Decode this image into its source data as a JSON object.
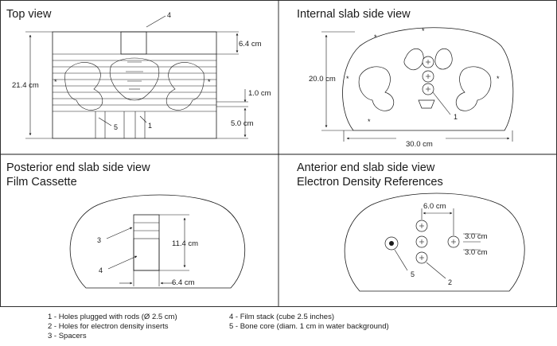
{
  "panels": {
    "top_view": {
      "title": "Top view",
      "dims": {
        "d1": "6.4 cm",
        "d2": "21.4 cm",
        "d3": "1.0 cm",
        "d4": "5.0 cm"
      },
      "callouts": {
        "c4": "4",
        "c5": "5",
        "c1": "1"
      }
    },
    "internal": {
      "title": "Internal slab side view",
      "dims": {
        "height": "20.0 cm",
        "width": "30.0 cm"
      },
      "callouts": {
        "c1": "1"
      }
    },
    "posterior": {
      "title_line1": "Posterior end slab side view",
      "title_line2": "Film Cassette",
      "dims": {
        "height": "11.4 cm",
        "width": "6.4 cm"
      },
      "callouts": {
        "c3": "3",
        "c4": "4"
      }
    },
    "anterior": {
      "title_line1": "Anterior end slab side view",
      "title_line2": "Electron Density References",
      "dims": {
        "spacing_h": "6.0 cm",
        "spacing_v1": "3.0 cm",
        "spacing_v2": "3.0 cm"
      },
      "callouts": {
        "c5": "5",
        "c2": "2"
      }
    }
  },
  "legend": {
    "col1": [
      "1 - Holes plugged with rods (Ø 2.5 cm)",
      "2 - Holes for electron density inserts",
      "3 - Spacers"
    ],
    "col2": [
      "4 - Film stack (cube 2.5 inches)",
      "5 - Bone core (diam. 1 cm in water background)"
    ]
  },
  "markers": {
    "star": "*"
  }
}
